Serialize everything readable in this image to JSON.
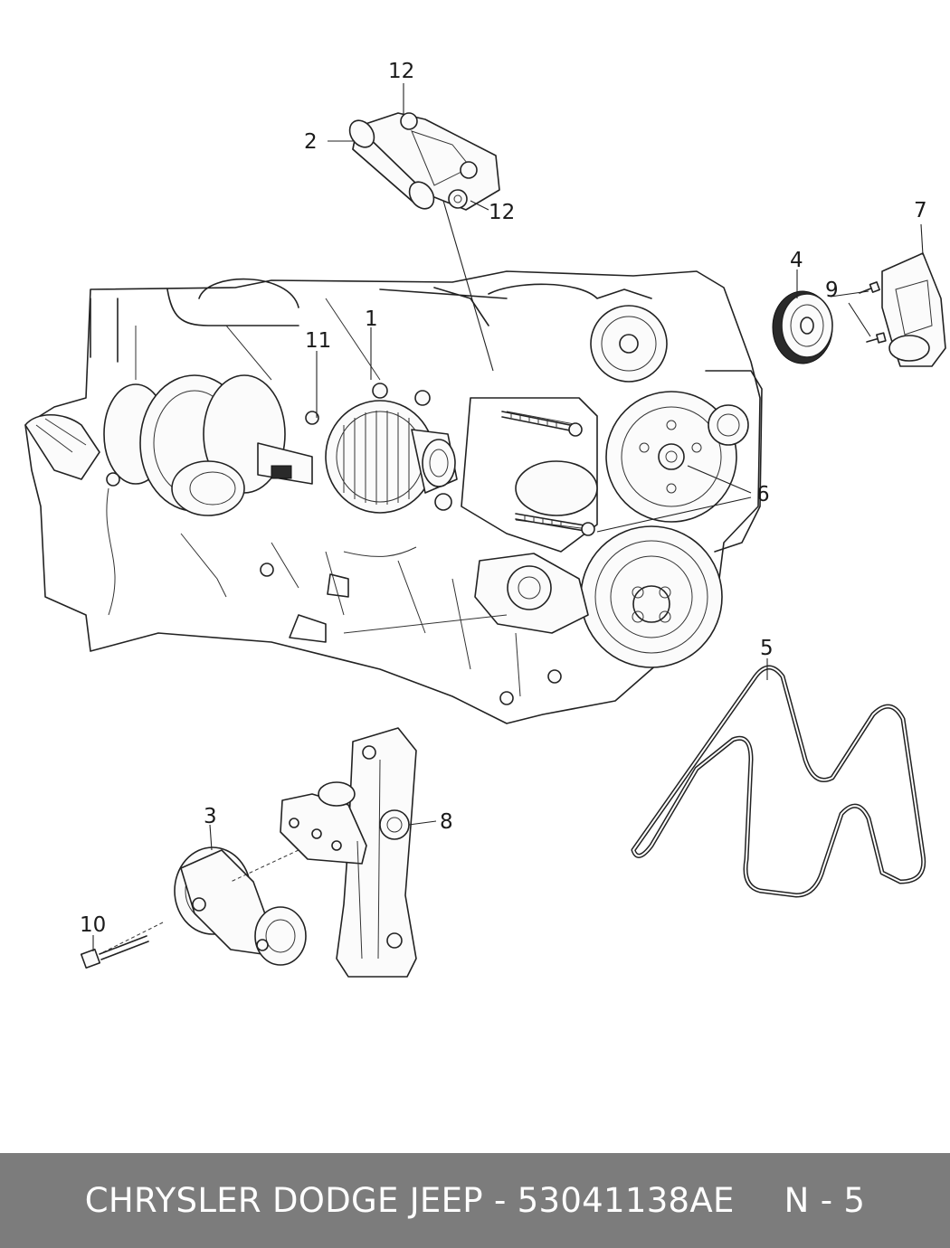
{
  "callouts": {
    "c1": "1",
    "c2": "2",
    "c3": "3",
    "c4": "4",
    "c5": "5",
    "c6": "6",
    "c7": "7",
    "c8": "8",
    "c9": "9",
    "c10": "10",
    "c11": "11",
    "c12a": "12",
    "c12b": "12"
  },
  "footer": {
    "caption": "CHRYSLER DODGE JEEP - 53041138AE",
    "page_ref": "N - 5"
  },
  "colors": {
    "footer_bg": "#7c7c7c",
    "footer_text": "#ffffff",
    "line_art": "#222222"
  }
}
